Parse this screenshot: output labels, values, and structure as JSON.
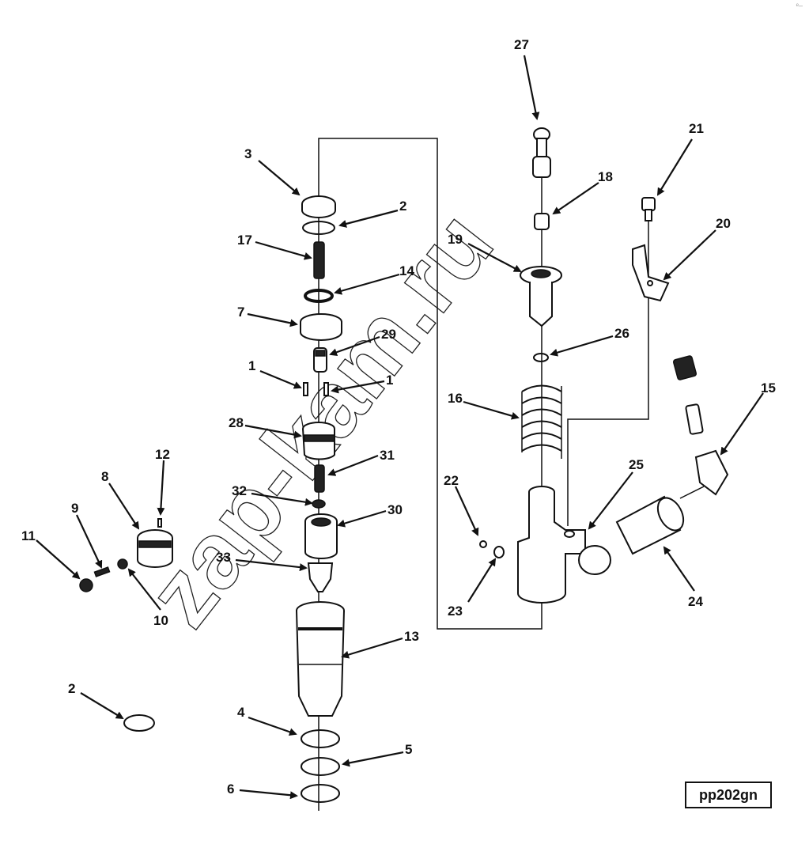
{
  "diagram": {
    "reference_code": "pp202gn",
    "watermark": "zap-kam.ru",
    "corner_mark": "ᵉ‒",
    "callouts": [
      {
        "id": "27",
        "label": "27"
      },
      {
        "id": "21",
        "label": "21"
      },
      {
        "id": "3",
        "label": "3"
      },
      {
        "id": "18",
        "label": "18"
      },
      {
        "id": "2a",
        "label": "2"
      },
      {
        "id": "20",
        "label": "20"
      },
      {
        "id": "17",
        "label": "17"
      },
      {
        "id": "19",
        "label": "19"
      },
      {
        "id": "14",
        "label": "14"
      },
      {
        "id": "7",
        "label": "7"
      },
      {
        "id": "29",
        "label": "29"
      },
      {
        "id": "26",
        "label": "26"
      },
      {
        "id": "1a",
        "label": "1"
      },
      {
        "id": "1b",
        "label": "1"
      },
      {
        "id": "15",
        "label": "15"
      },
      {
        "id": "16",
        "label": "16"
      },
      {
        "id": "28",
        "label": "28"
      },
      {
        "id": "31",
        "label": "31"
      },
      {
        "id": "12",
        "label": "12"
      },
      {
        "id": "8",
        "label": "8"
      },
      {
        "id": "22",
        "label": "22"
      },
      {
        "id": "25",
        "label": "25"
      },
      {
        "id": "32",
        "label": "32"
      },
      {
        "id": "30",
        "label": "30"
      },
      {
        "id": "9",
        "label": "9"
      },
      {
        "id": "11",
        "label": "11"
      },
      {
        "id": "33",
        "label": "33"
      },
      {
        "id": "24",
        "label": "24"
      },
      {
        "id": "23",
        "label": "23"
      },
      {
        "id": "10",
        "label": "10"
      },
      {
        "id": "13",
        "label": "13"
      },
      {
        "id": "2b",
        "label": "2"
      },
      {
        "id": "4",
        "label": "4"
      },
      {
        "id": "5",
        "label": "5"
      },
      {
        "id": "6",
        "label": "6"
      }
    ]
  }
}
